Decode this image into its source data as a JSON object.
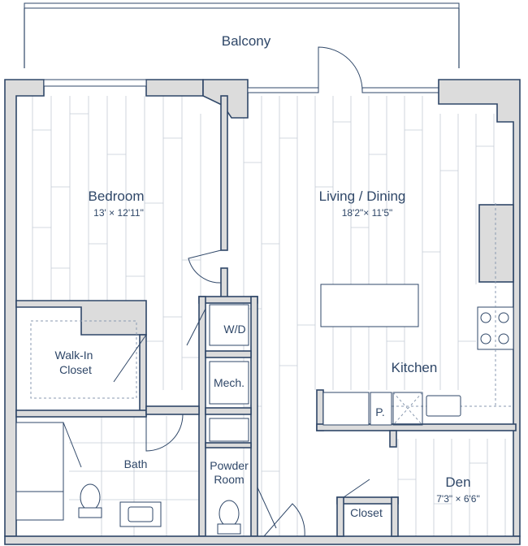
{
  "rooms": {
    "balcony": {
      "name": "Balcony"
    },
    "bedroom": {
      "name": "Bedroom",
      "dims": "13' × 12'11\""
    },
    "living": {
      "name": "Living / Dining",
      "dims": "18'2\"× 11'5\""
    },
    "walkin": {
      "line1": "Walk-In",
      "line2": "Closet"
    },
    "wd": {
      "name": "W/D"
    },
    "mech": {
      "name": "Mech."
    },
    "kitchen": {
      "name": "Kitchen"
    },
    "pantry": {
      "name": "P."
    },
    "bath": {
      "name": "Bath"
    },
    "powder": {
      "line1": "Powder",
      "line2": "Room"
    },
    "den": {
      "name": "Den",
      "dims": "7'3\" × 6'6\""
    },
    "closet": {
      "name": "Closet"
    }
  },
  "colors": {
    "ink": "#2f4768",
    "wall_fill": "#dcdcdc",
    "floor_line": "#c4ccd6"
  }
}
